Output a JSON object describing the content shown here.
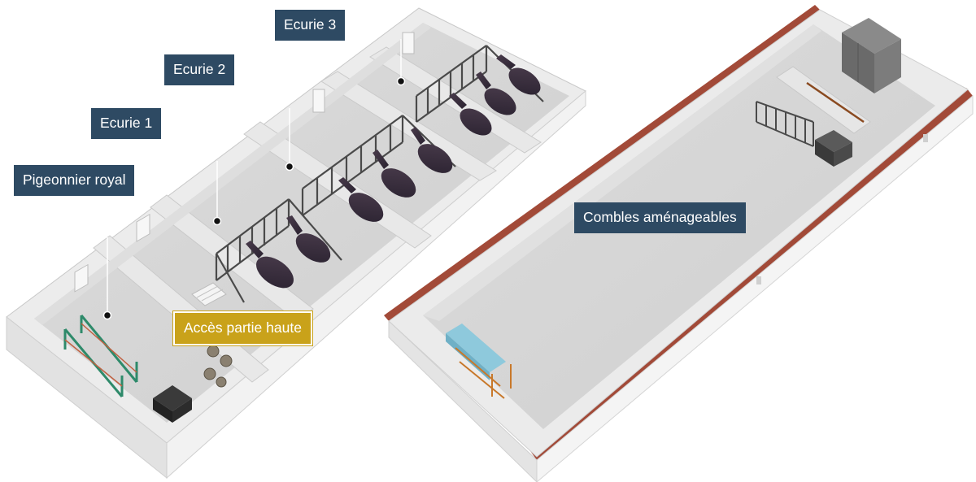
{
  "labels": {
    "ecurie3": "Ecurie 3",
    "ecurie2": "Ecurie 2",
    "ecurie1": "Ecurie 1",
    "pigeonnier": "Pigeonnier royal",
    "acces": "Accès partie haute",
    "combles": "Combles aménageables"
  },
  "colors": {
    "label_bg": "#2e4a63",
    "highlight_bg": "#c9a21a",
    "floor": "#d5d5d5",
    "wall": "#e6e6e6",
    "roof_tile": "#a24a38"
  }
}
